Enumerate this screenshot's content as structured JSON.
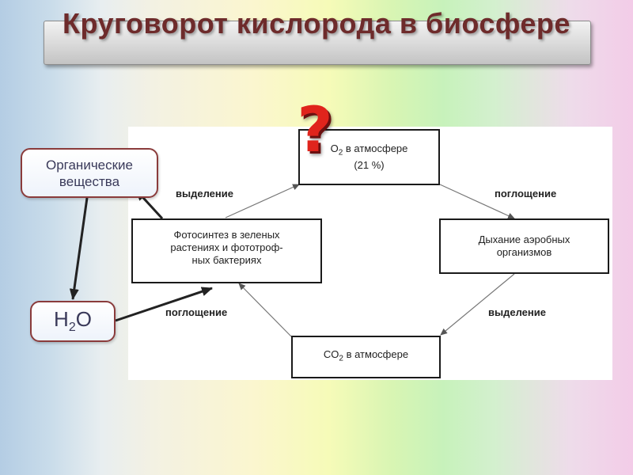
{
  "title": "Круговорот кислорода в биосфере",
  "question_mark": "?",
  "nodes": {
    "o2": {
      "line1": "O",
      "sub": "2",
      "line1_rest": " в атмосфере",
      "line2": "(21 %)"
    },
    "photo": {
      "lines": [
        "Фотосинтез в зеленых",
        "растениях и фототроф-",
        "ных бактериях"
      ]
    },
    "resp": {
      "lines": [
        "Дыхание аэробных",
        "организмов"
      ]
    },
    "co2": {
      "main": "CO",
      "sub": "2",
      "rest": " в атмосфере"
    }
  },
  "edge_labels": {
    "top_left": "выделение",
    "top_right": "поглощение",
    "bottom_right": "выделение",
    "bottom_left": "поглощение"
  },
  "added_boxes": {
    "organic": {
      "lines": [
        "Органические",
        "вещества"
      ]
    },
    "water": {
      "main": "H",
      "sub": "2",
      "rest": "O"
    }
  },
  "colors": {
    "title": "#6e2b2b",
    "question_mark": "#e0241c",
    "box_border": "#8a3b3b"
  }
}
